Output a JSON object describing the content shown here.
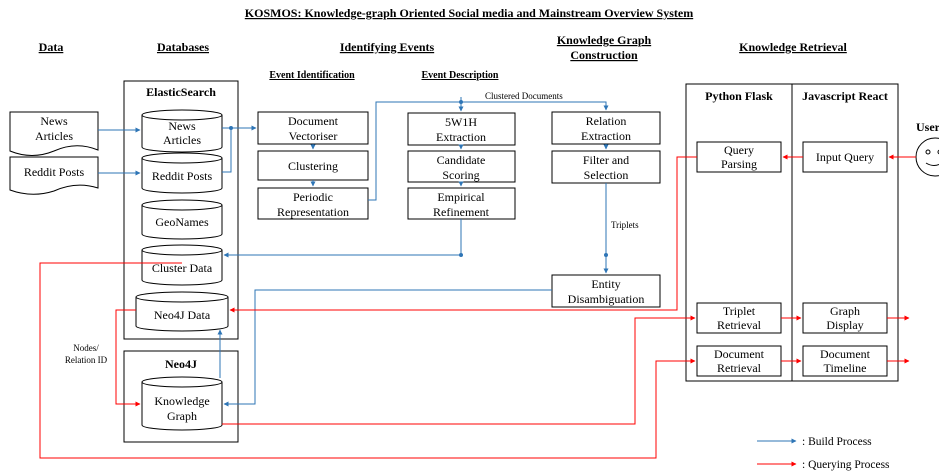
{
  "title": "KOSMOS: Knowledge-graph Oriented Social media and Mainstream Overview System",
  "columns": {
    "data": "Data",
    "databases": "Databases",
    "identifying_events": "Identifying Events",
    "kg_construction_1": "Knowledge Graph",
    "kg_construction_2": "Construction",
    "knowledge_retrieval": "Knowledge Retrieval"
  },
  "subheaders": {
    "event_identification": "Event Identification",
    "event_description": "Event Description"
  },
  "sources": {
    "news_1": "News",
    "news_2": "Articles",
    "reddit": "Reddit Posts"
  },
  "elasticsearch": {
    "label": "ElasticSearch",
    "news_1": "News",
    "news_2": "Articles",
    "reddit": "Reddit Posts",
    "geonames": "GeoNames",
    "cluster": "Cluster Data",
    "neo4j_data": "Neo4J Data"
  },
  "neo4j": {
    "label": "Neo4J",
    "kg_1": "Knowledge",
    "kg_2": "Graph"
  },
  "event_identification": {
    "doc_vec_1": "Document",
    "doc_vec_2": "Vectoriser",
    "clustering": "Clustering",
    "periodic_1": "Periodic",
    "periodic_2": "Representation"
  },
  "event_description": {
    "w5h1_1": "5W1H",
    "w5h1_2": "Extraction",
    "candidate_1": "Candidate",
    "candidate_2": "Scoring",
    "empirical_1": "Empirical",
    "empirical_2": "Refinement"
  },
  "kg": {
    "relation_1": "Relation",
    "relation_2": "Extraction",
    "filter_1": "Filter and",
    "filter_2": "Selection",
    "entity_1": "Entity",
    "entity_2": "Disambiguation"
  },
  "flask": {
    "label": "Python Flask",
    "query_1": "Query",
    "query_2": "Parsing",
    "triplet_1": "Triplet",
    "triplet_2": "Retrieval",
    "docret_1": "Document",
    "docret_2": "Retrieval"
  },
  "react": {
    "label": "Javascript React",
    "input": "Input Query",
    "graph_1": "Graph",
    "graph_2": "Display",
    "timeline_1": "Document",
    "timeline_2": "Timeline"
  },
  "user_label": "User",
  "edge_labels": {
    "clustered": "Clustered Documents",
    "triplets": "Triplets",
    "nodes_1": "Nodes/",
    "nodes_2": "Relation ID"
  },
  "legend": {
    "build": ": Build Process",
    "query": ": Querying Process"
  },
  "colors": {
    "build": "#2E75B6",
    "query": "#FF0000"
  }
}
